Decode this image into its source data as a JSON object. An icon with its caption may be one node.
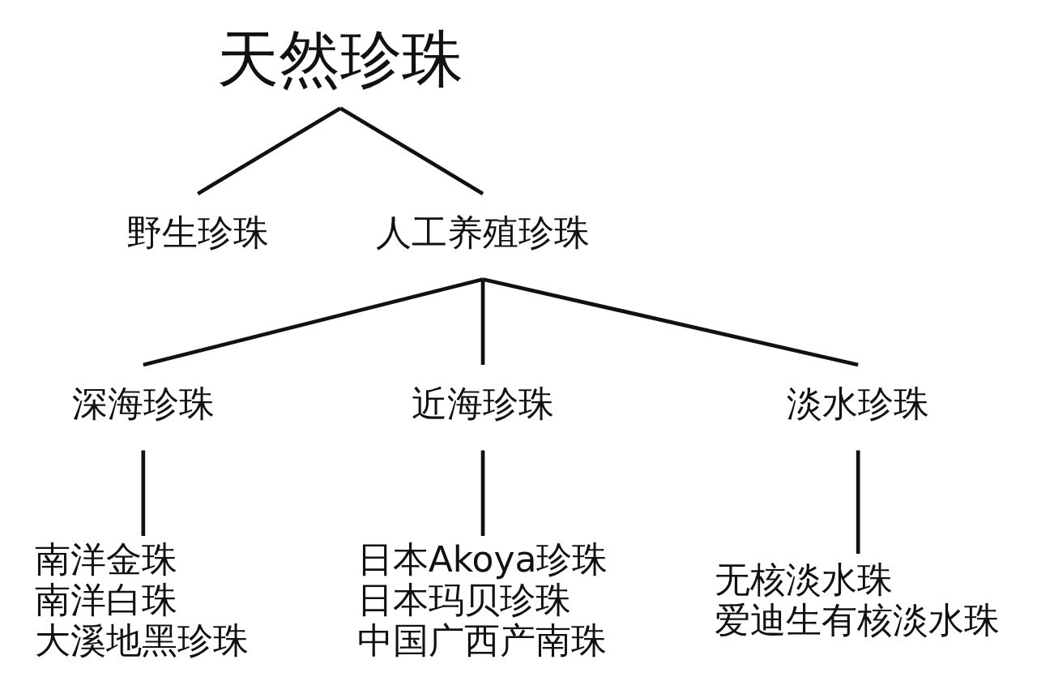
{
  "diagram": {
    "nodes": [
      {
        "text": [
          "天然珍珠"
        ]
      },
      {
        "text": [
          "野生珍珠"
        ]
      },
      {
        "text": [
          "人工养殖珍珠"
        ]
      },
      {
        "text": [
          "深海珍珠"
        ]
      },
      {
        "text": [
          "近海珍珠"
        ]
      },
      {
        "text": [
          "淡水珍珠"
        ]
      },
      {
        "text": [
          "南洋金珠",
          "南洋白珠",
          "大溪地黑珍珠"
        ]
      },
      {
        "text": [
          "日本Akoya珍珠",
          "日本玛贝珍珠",
          "中国广西产南珠"
        ]
      },
      {
        "text": [
          "无核淡水珠",
          "爱迪生有核淡水珠"
        ]
      }
    ],
    "edges": [
      {
        "from": 0,
        "to": 1,
        "arrow": "none"
      },
      {
        "from": 0,
        "to": 2,
        "arrow": "none"
      },
      {
        "from": 2,
        "to": 3,
        "arrow": "none"
      },
      {
        "from": 2,
        "to": 4,
        "arrow": "none"
      },
      {
        "from": 2,
        "to": 5,
        "arrow": "none"
      },
      {
        "from": 3,
        "to": 6,
        "arrow": "none"
      },
      {
        "from": 4,
        "to": 7,
        "arrow": "none"
      },
      {
        "from": 5,
        "to": 8,
        "arrow": "none"
      }
    ]
  }
}
